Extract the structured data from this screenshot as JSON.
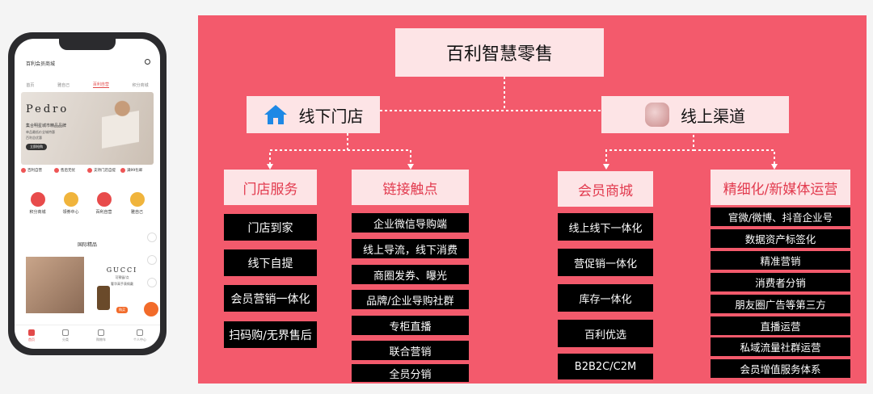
{
  "phone": {
    "title": "百利会员商城",
    "tabs": [
      "首页",
      "雅自己",
      "百利自营",
      "积分商城"
    ],
    "banner": {
      "brand": "Pedro",
      "line1": "集合明星城市精品品牌",
      "line2": "单品最低价全城特惠",
      "line3": "百利总优惠",
      "button": "立即抢购"
    },
    "brand_items": [
      "百利自营",
      "售后无忧",
      "支持门店自提",
      "满99包邮"
    ],
    "icons": [
      {
        "label": "积分商城",
        "color": "#e84b4b"
      },
      {
        "label": "领券中心",
        "color": "#f0b43c"
      },
      {
        "label": "百利自营",
        "color": "#e84b4b"
      },
      {
        "label": "雅自己",
        "color": "#f0b43c"
      }
    ],
    "section_title": "国际精品",
    "gucci": {
      "brand": "GUCCI",
      "sub1": "可预留/点",
      "sub2": "奢华高手表佩戴",
      "badge": "购买"
    },
    "bottom_nav": [
      "首页",
      "分类",
      "购物车",
      "个人中心"
    ]
  },
  "diagram": {
    "root": "百利智慧零售",
    "offline": {
      "label": "线下门店",
      "icon": "house-icon",
      "groups": [
        {
          "label": "门店服务",
          "items": [
            "门店到家",
            "线下自提",
            "会员营销一体化",
            "扫码购/无界售后"
          ]
        },
        {
          "label": "链接触点",
          "items": [
            "企业微信导购端",
            "线上导流，线下消费",
            "商圈发券、曝光",
            "品牌/企业导购社群",
            "专柜直播",
            "联合营销",
            "全员分销"
          ]
        }
      ]
    },
    "online": {
      "label": "线上渠道",
      "icon": "brand-logo-icon",
      "groups": [
        {
          "label": "会员商城",
          "items": [
            "线上线下一体化",
            "营促销一体化",
            "库存一体化",
            "百利优选",
            "B2B2C/C2M"
          ]
        },
        {
          "label": "精细化/新媒体运营",
          "items": [
            "官微/微博、抖音企业号",
            "数据资产标签化",
            "精准营销",
            "消费者分销",
            "朋友圈广告等第三方",
            "直播运营",
            "私域流量社群运营",
            "会员增值服务体系"
          ]
        }
      ]
    },
    "colors": {
      "panel": "#f35a6c",
      "box": "#fde4e6",
      "leaf": "#000000",
      "accent_text": "#e23a4e",
      "house_icon": "#1e88e5"
    }
  }
}
